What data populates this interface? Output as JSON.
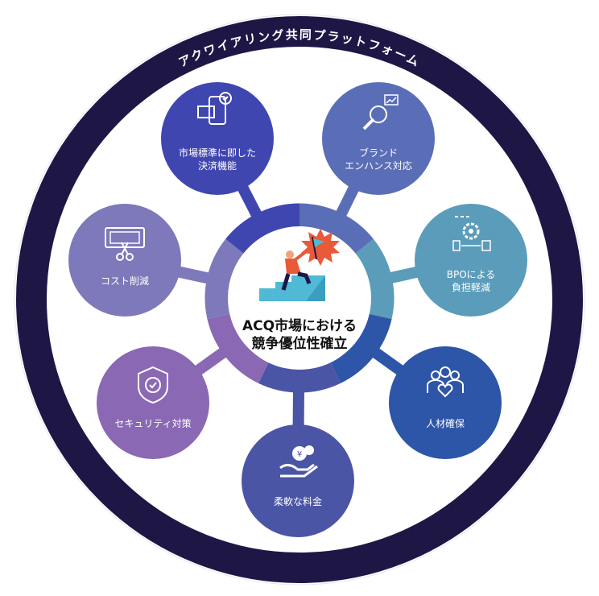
{
  "platform_title": "アクワイアリング共同プラットフォーム",
  "center": {
    "line1": "ACQ市場における",
    "line2": "競争優位性確立"
  },
  "colors": {
    "ring": "#1e1746",
    "pillar_market": "#4046b0",
    "pillar_brand": "#5a6eb8",
    "pillar_bpo": "#5a9cba",
    "pillar_talent": "#2d55a8",
    "pillar_pricing": "#4b55a5",
    "pillar_security": "#8a68b4",
    "pillar_cost": "#7d79ba"
  },
  "pillars": [
    {
      "id": "market",
      "icon": "phone-payment-icon",
      "lines": [
        "市場標準に即した",
        "決済機能"
      ]
    },
    {
      "id": "brand",
      "icon": "wrench-chart-icon",
      "lines": [
        "ブランド",
        "エンハンス対応"
      ]
    },
    {
      "id": "bpo",
      "icon": "gear-process-icon",
      "lines": [
        "BPOによる",
        "負担軽減"
      ]
    },
    {
      "id": "talent",
      "icon": "people-heart-icon",
      "lines": [
        "人材確保"
      ]
    },
    {
      "id": "pricing",
      "icon": "hand-coin-icon",
      "lines": [
        "柔軟な料金"
      ]
    },
    {
      "id": "security",
      "icon": "shield-check-icon",
      "lines": [
        "セキュリティ対策"
      ]
    },
    {
      "id": "cost",
      "icon": "cut-bill-icon",
      "lines": [
        "コスト削減"
      ]
    }
  ]
}
